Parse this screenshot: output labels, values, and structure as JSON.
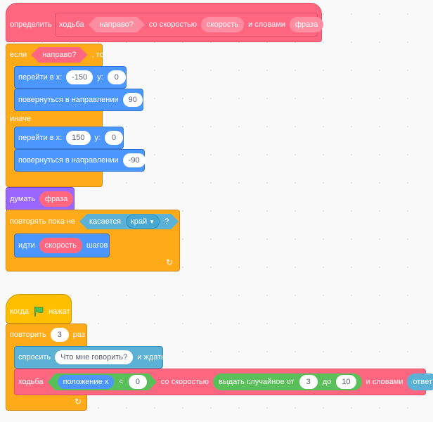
{
  "define_block": {
    "keyword": "определить",
    "proc_name": "ходьба",
    "param_direction": "направо?",
    "label_speed": "со скоростью",
    "param_speed": "скорость",
    "label_words": "и словами",
    "param_phrase": "фраза"
  },
  "if_block": {
    "keyword_if": "если",
    "condition": "направо?",
    "keyword_then": ", то",
    "keyword_else": "иначе"
  },
  "goto1": {
    "label_x": "перейти в x:",
    "x": "-150",
    "label_y": "y:",
    "y": "0"
  },
  "turn1": {
    "label": "повернуться в направлении",
    "value": "90"
  },
  "goto2": {
    "label_x": "перейти в x:",
    "x": "150",
    "label_y": "y:",
    "y": "0"
  },
  "turn2": {
    "label": "повернуться в направлении",
    "value": "-90"
  },
  "think": {
    "label": "думать",
    "value": "фраза"
  },
  "repeat_until": {
    "label": "повторять пока не",
    "touching": "касается",
    "target": "край",
    "question": "?"
  },
  "move": {
    "label": "идти",
    "value": "скорость",
    "suffix": "шагов"
  },
  "hat": {
    "label_when": "когда",
    "label_clicked": "нажат"
  },
  "repeat": {
    "label": "повторить",
    "count": "3",
    "suffix": "раз"
  },
  "ask": {
    "label": "спросить",
    "question": "Что мне говорить?",
    "suffix": "и ждать"
  },
  "call": {
    "proc_name": "ходьба",
    "position_x": "положение x",
    "lt": "<",
    "compare_value": "0",
    "label_speed": "со скоростью",
    "random_label": "выдать случайное от",
    "random_from": "3",
    "random_to_label": "до",
    "random_to": "10",
    "label_words": "и словами",
    "answer": "ответ"
  },
  "colors": {
    "my_blocks": "#ff6680",
    "control": "#ffab19",
    "motion": "#4c97ff",
    "looks": "#9966ff",
    "sensing": "#5cb1d6",
    "operators": "#59c059",
    "events": "#ffbf00"
  },
  "icons": [
    "green-flag-icon",
    "loop-arrow-icon",
    "dropdown-arrow-icon"
  ]
}
